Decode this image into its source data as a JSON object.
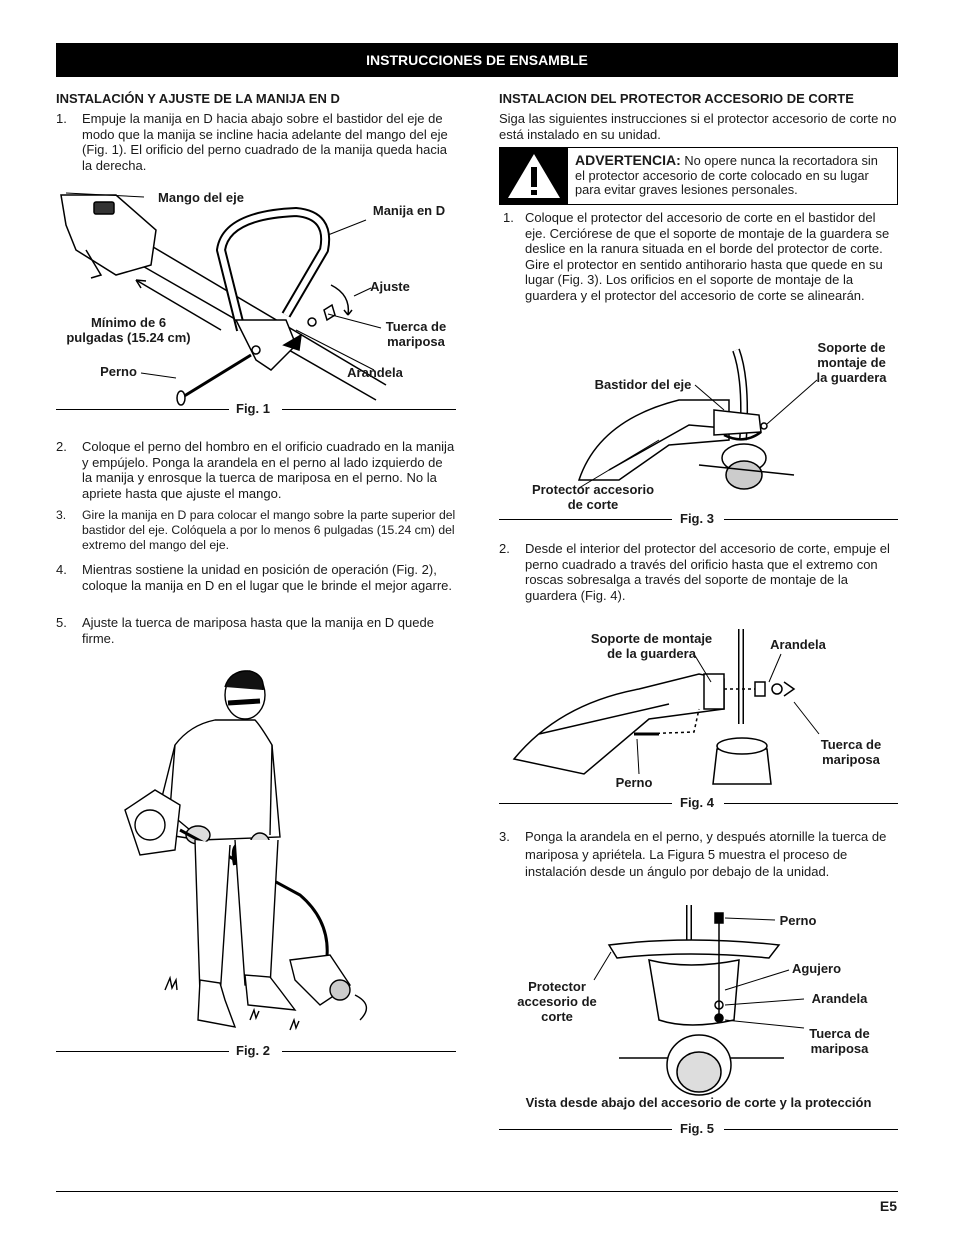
{
  "banner": "INSTRUCCIONES DE ENSAMBLE",
  "left": {
    "heading": "INSTALACIÓN Y AJUSTE DE LA MANIJA EN D",
    "steps": [
      {
        "num": "1.",
        "text": "Empuje la manija en D hacia abajo sobre el bastidor del eje de modo que la manija se incline hacia adelante del mango del eje (Fig. 1). El orificio del perno cuadrado de la manija queda hacia la derecha."
      },
      {
        "num": "2.",
        "text": "Coloque el perno del hombro en el orificio cuadrado en la manija y empújelo. Ponga la arandela en el perno al lado izquierdo de la manija y enrosque la tuerca de mariposa en el perno. No la apriete hasta que ajuste el mango."
      },
      {
        "num": "3.",
        "text": "Gire la manija en D para colocar el mango sobre la parte superior del bastidor del eje. Colóquela a por lo menos 6 pulgadas (15.24 cm) del extremo del mango del eje."
      },
      {
        "num": "4.",
        "text": "Mientras sostiene la unidad en posición de operación (Fig. 2), coloque la manija en D en el lugar que le brinde el mejor agarre."
      },
      {
        "num": "5.",
        "text": "Ajuste la tuerca de mariposa hasta que la manija en D quede firme."
      }
    ],
    "fig1": {
      "caption": "Fig. 1",
      "labels": {
        "mango": "Mango del eje",
        "manija": "Manija en D",
        "ajuste": "Ajuste",
        "minimo": "Mínimo de 6\npulgadas (15.24 cm)",
        "tuerca": "Tuerca de\nmariposa",
        "perno": "Perno",
        "arandela": "Arandela"
      }
    },
    "fig2": {
      "caption": "Fig. 2"
    }
  },
  "right": {
    "heading": "INSTALACION DEL PROTECTOR ACCESORIO DE CORTE",
    "intro": "Siga las siguientes instrucciones si el protector accesorio de corte no está instalado en su unidad.",
    "warning": {
      "title": "ADVERTENCIA:",
      "text": "No opere nunca la recortadora sin el protector accesorio de corte colocado en su lugar para evitar graves lesiones personales."
    },
    "steps": [
      {
        "num": "1.",
        "text": "Coloque el protector del accesorio de corte en el bastidor del eje. Cerciórese de que el soporte de montaje de la guardera se deslice en la ranura situada en el borde del protector de corte. Gire el protector en sentido antihorario hasta que quede en su lugar (Fig. 3). Los orificios en el soporte de montaje de la guardera y el protector del accesorio de corte se alinearán."
      },
      {
        "num": "2.",
        "text": "Desde el interior del protector del accesorio de corte, empuje el perno cuadrado a través del orificio hasta que el extremo con roscas sobresalga a través del soporte de montaje de la guardera (Fig. 4)."
      },
      {
        "num": "3.",
        "text": "Ponga la arandela en el perno, y después atornille la tuerca de mariposa y apriétela. La Figura 5 muestra el proceso de instalación desde un ángulo por debajo de la unidad."
      }
    ],
    "fig3": {
      "caption": "Fig. 3",
      "labels": {
        "soporte": "Soporte de\nmontaje de\nla guardera",
        "bastidor": "Bastidor del eje",
        "protector": "Protector accesorio\nde corte"
      }
    },
    "fig4": {
      "caption": "Fig. 4",
      "labels": {
        "soporte": "Soporte de montaje\nde la guardera",
        "arandela": "Arandela",
        "tuerca": "Tuerca de\nmariposa",
        "perno": "Perno"
      }
    },
    "fig5": {
      "caption": "Fig. 5",
      "subtitle": "Vista desde abajo del accesorio de corte y la protección",
      "labels": {
        "perno": "Perno",
        "agujero": "Agujero",
        "protector": "Protector\naccesorio de\ncorte",
        "arandela": "Arandela",
        "tuerca": "Tuerca de\nmariposa"
      }
    }
  },
  "page_number": "E5"
}
